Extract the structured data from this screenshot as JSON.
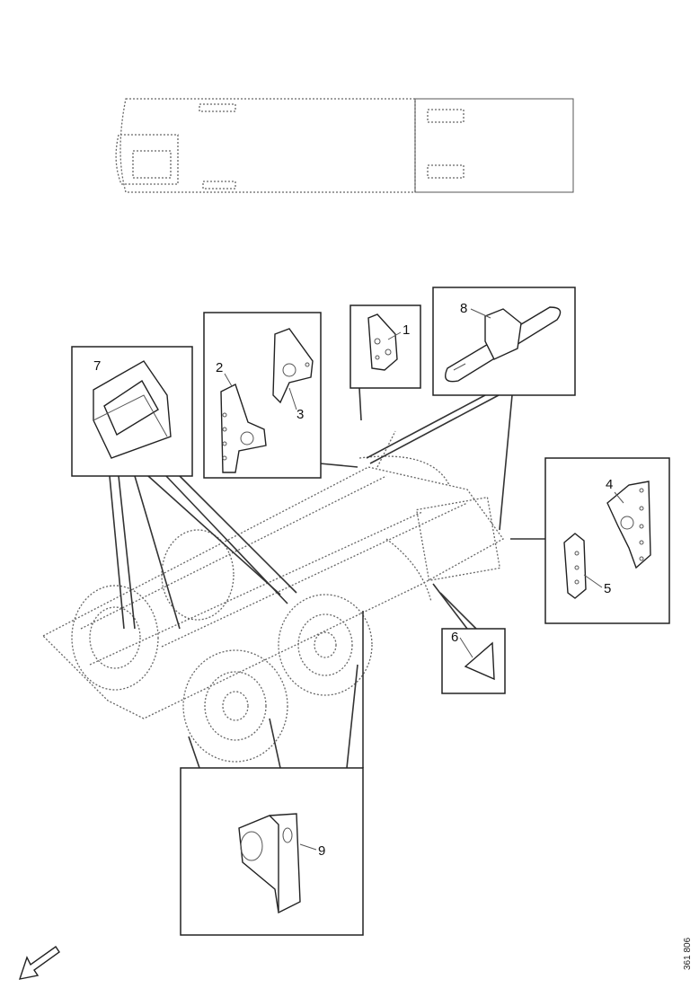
{
  "callouts": {
    "part1": "1",
    "part2": "2",
    "part3": "3",
    "part4": "4",
    "part5": "5",
    "part6": "6",
    "part7": "7",
    "part8": "8",
    "part9": "9"
  },
  "drawing_number": "361 806",
  "icons": {
    "orientation_arrow": "arrow-icon"
  }
}
